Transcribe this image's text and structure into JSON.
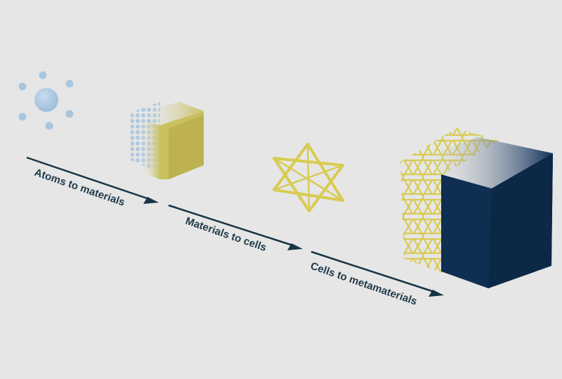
{
  "steps": [
    {
      "label": "Atoms to materials"
    },
    {
      "label": "Materials to cells"
    },
    {
      "label": "Cells to metamaterials"
    }
  ],
  "colors": {
    "background": "#e6e6e6",
    "atom": "#a9c6df",
    "material": "#c9c05e",
    "lattice": "#d8cb52",
    "metamaterial": "#0f2f52",
    "arrow": "#173444"
  }
}
